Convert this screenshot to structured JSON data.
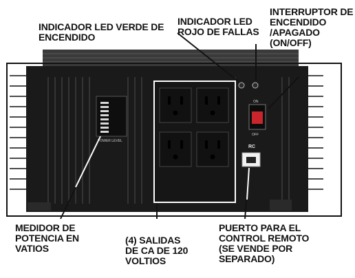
{
  "labels": {
    "green_led": {
      "line1": "INDICADOR LED VERDE DE",
      "line2": "ENCENDIDO"
    },
    "red_led": {
      "line1": "INDICADOR LED",
      "line2": "ROJO DE FALLAS"
    },
    "power_switch": {
      "line1": "INTERRUPTOR DE",
      "line2": "ENCENDIDO",
      "line3": "/APAGADO",
      "line4": "(ON/OFF)"
    },
    "power_meter": {
      "line1": "MEDIDOR DE",
      "line2": "POTENCIA EN",
      "line3": "VATIOS"
    },
    "outlets": {
      "line1": "(4) SALIDAS",
      "line2": "DE CA DE 120",
      "line3": "VOLTIOS"
    },
    "remote_port": {
      "line1": "PUERTO PARA EL",
      "line2": "CONTROL REMOTO",
      "line3": "(SE VENDE POR",
      "line4": "SEPARADO)"
    }
  },
  "device_text": {
    "power_level": "POWER LEVEL",
    "rc": "RC",
    "switch_on": "ON",
    "switch_off": "OFF"
  },
  "colors": {
    "device_body": "#1a1a1a",
    "fins": "#2e2e2e",
    "meter_green": "#d8d8d8",
    "rocker_red": "#c9252c",
    "leader_line": "#111111"
  }
}
